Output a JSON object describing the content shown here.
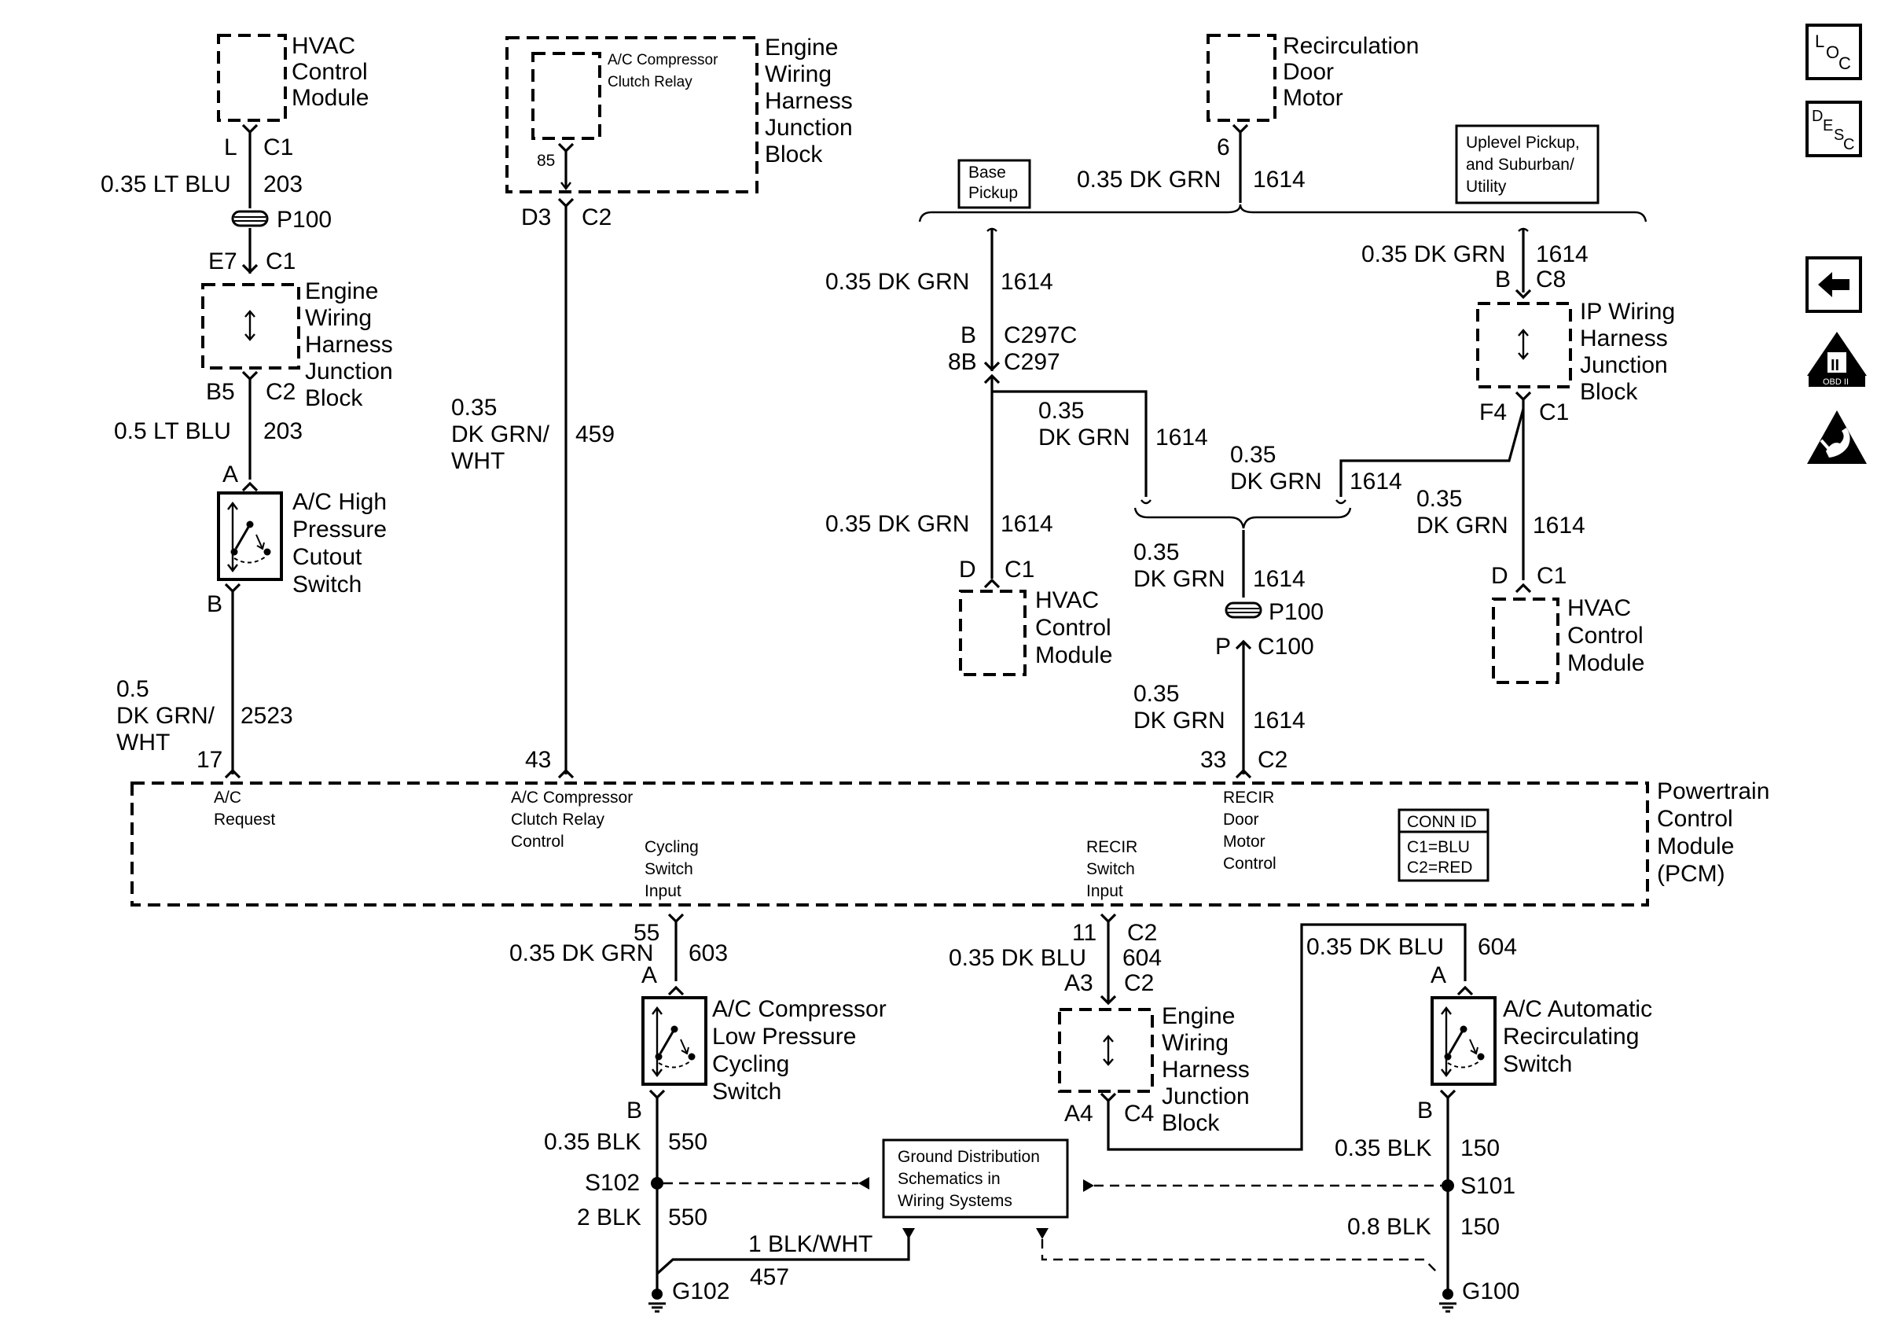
{
  "nav": {
    "loc_icon": "location-icon",
    "desc_icon": "description-icon",
    "back_icon": "back-arrow-icon",
    "obd_icon": "obd-ii-warning-icon",
    "esd_icon": "esd-sensitive-icon",
    "loc_parts": [
      "L",
      "O",
      "C"
    ],
    "desc_parts": [
      "D",
      "E",
      "S",
      "C"
    ],
    "obd_numeral": "II",
    "obd_label": "OBD II"
  },
  "components": {
    "hvac_top": [
      "HVAC",
      "Control",
      "Module"
    ],
    "relay_title": [
      "A/C Compressor",
      "Clutch Relay"
    ],
    "ewhjb_top": [
      "Engine",
      "Wiring",
      "Harness",
      "Junction",
      "Block"
    ],
    "recirc_motor": [
      "Recirculation",
      "Door",
      "Motor"
    ],
    "ewhjb_left": [
      "Engine",
      "Wiring",
      "Harness",
      "Junction",
      "Block"
    ],
    "high_pressure": [
      "A/C High",
      "Pressure",
      "Cutout",
      "Switch"
    ],
    "base_pickup": [
      "Base",
      "Pickup"
    ],
    "uplevel": [
      "Uplevel Pickup,",
      "and Suburban/",
      "Utility"
    ],
    "ip_jb": [
      "IP Wiring",
      "Harness",
      "Junction",
      "Block"
    ],
    "hvac_mid": [
      "HVAC",
      "Control",
      "Module"
    ],
    "hvac_right": [
      "HVAC",
      "Control",
      "Module"
    ],
    "pcm": [
      "Powertrain",
      "Control",
      "Module",
      "(PCM)"
    ],
    "conn_id": [
      "CONN ID",
      "C1=BLU",
      "C2=RED"
    ],
    "low_pressure": [
      "A/C Compressor",
      "Low Pressure",
      "Cycling",
      "Switch"
    ],
    "ewhjb_bottom": [
      "Engine",
      "Wiring",
      "Harness",
      "Junction",
      "Block"
    ],
    "auto_recirc": [
      "A/C Automatic",
      "Recirculating",
      "Switch"
    ],
    "ground_dist": [
      "Ground Distribution",
      "Schematics in",
      "Wiring Systems"
    ]
  },
  "pcm_pins": {
    "ac_request": [
      "A/C",
      "Request"
    ],
    "relay_control": [
      "A/C Compressor",
      "Clutch Relay",
      "Control"
    ],
    "cycling_input": [
      "Cycling",
      "Switch",
      "Input"
    ],
    "recir_switch_input": [
      "RECIR",
      "Switch",
      "Input"
    ],
    "recir_motor_control": [
      "RECIR",
      "Door",
      "Motor",
      "Control"
    ]
  },
  "labels": {
    "L_hvac_pin": "L",
    "L_hvac_c1": "C1",
    "w203_size": "0.35 LT BLU",
    "w203_num": "203",
    "p100_left": "P100",
    "e7": "E7",
    "e7_c1": "C1",
    "b5": "B5",
    "b5_c2": "C2",
    "w203b_size": "0.5 LT BLU",
    "w203b_num": "203",
    "hp_a": "A",
    "hp_b": "B",
    "w2523_size": [
      "0.5",
      "DK GRN/",
      "WHT"
    ],
    "w2523_num": "2523",
    "pin17": "17",
    "relay_85": "85",
    "d3": "D3",
    "d3_c2": "C2",
    "w459_size": [
      "0.35",
      "DK GRN/",
      "WHT"
    ],
    "w459_num": "459",
    "pin43": "43",
    "recirc_pin6": "6",
    "w1614_top_size": "0.35 DK GRN",
    "w1614_top_num": "1614",
    "w1614_a_size": "0.35 DK GRN",
    "w1614_a_num": "1614",
    "c297c_pin": "B",
    "c297c": "C297C",
    "c297_pin": "8B",
    "c297": "C297",
    "w1614_b_size": [
      "0.35",
      "DK GRN"
    ],
    "w1614_b_num": "1614",
    "w1614_c_size": "0.35 DK GRN",
    "w1614_c_num": "1614",
    "hvac_mid_pin": "D",
    "hvac_mid_c1": "C1",
    "w1614_r1_size": "0.35 DK GRN",
    "w1614_r1_num": "1614",
    "c8_pin": "B",
    "c8": "C8",
    "w1614_d_size": [
      "0.35",
      "DK GRN"
    ],
    "w1614_d_num": "1614",
    "f4": "F4",
    "f4_c1": "C1",
    "w1614_e_size": [
      "0.35",
      "DK GRN"
    ],
    "w1614_e_num": "1614",
    "hvac_right_pin": "D",
    "hvac_right_c1": "C1",
    "w1614_f_size": [
      "0.35",
      "DK GRN"
    ],
    "w1614_f_num": "1614",
    "p100_center": "P100",
    "c100_pin": "P",
    "c100": "C100",
    "w1614_g_size": [
      "0.35",
      "DK GRN"
    ],
    "w1614_g_num": "1614",
    "pin33": "33",
    "pin33_c2": "C2",
    "pin55": "55",
    "w603_size": "0.35 DK GRN",
    "w603_num": "603",
    "lp_a": "A",
    "lp_b": "B",
    "w550_size": "0.35 BLK",
    "w550_num": "550",
    "s102": "S102",
    "w550b_size": "2 BLK",
    "w550b_num": "550",
    "w457_size": "1 BLK/WHT",
    "w457_num": "457",
    "g102": "G102",
    "pin11": "11",
    "pin11_c2": "C2",
    "w604_size": "0.35 DK BLU",
    "w604_num": "604",
    "a3": "A3",
    "a3_c2": "C2",
    "a4": "A4",
    "a4_c4": "C4",
    "w604b_size": "0.35 DK BLU",
    "w604b_num": "604",
    "ar_a": "A",
    "ar_b": "B",
    "w150_size": "0.35 BLK",
    "w150_num": "150",
    "s101": "S101",
    "w150b_size": "0.8 BLK",
    "w150b_num": "150",
    "g100": "G100"
  }
}
